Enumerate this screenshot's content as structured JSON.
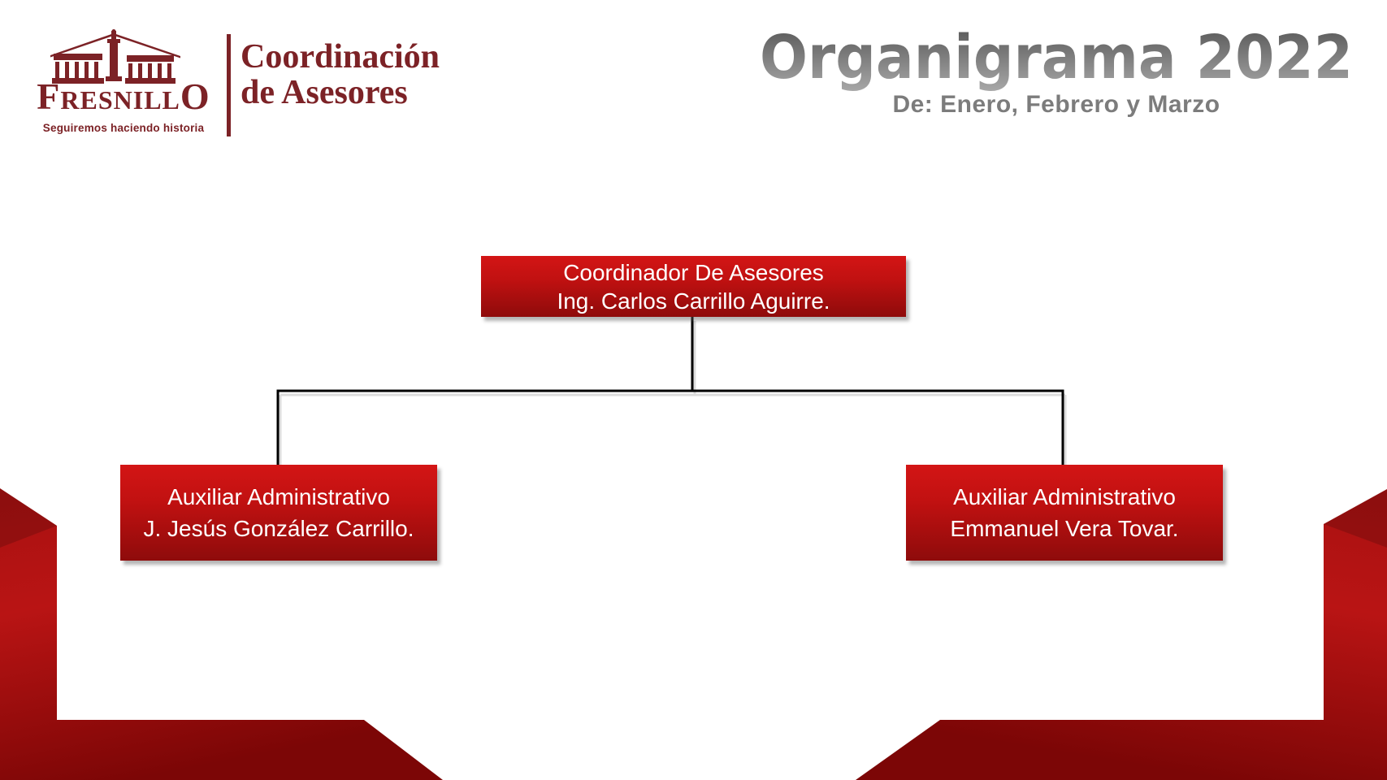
{
  "header": {
    "logo": {
      "brand": "FresnillO",
      "tagline": "Seguiremos haciendo historia",
      "unit_line1": "Coordinación",
      "unit_line2": "de Asesores"
    },
    "title": "Organigrama 2022",
    "subtitle": "De: Enero, Febrero y Marzo"
  },
  "org_chart": {
    "root": {
      "role": "Coordinador De Asesores",
      "name": "Ing. Carlos Carrillo Aguirre."
    },
    "children": [
      {
        "role": "Auxiliar Administrativo",
        "name": "J. Jesús González Carrillo."
      },
      {
        "role": "Auxiliar Administrativo",
        "name": "Emmanuel Vera Tovar."
      }
    ]
  },
  "colors": {
    "background": "#ffffff",
    "maroon": "#7c2226",
    "box-top": "#d31515",
    "box-bottom": "#8e0b0b",
    "connector": "#000000",
    "title-top": "#545454",
    "title-bottom": "#a9a9a9",
    "subtitle": "#7c7c7c",
    "decor-bright": "#b91414",
    "decor-dark": "#7c0606"
  }
}
